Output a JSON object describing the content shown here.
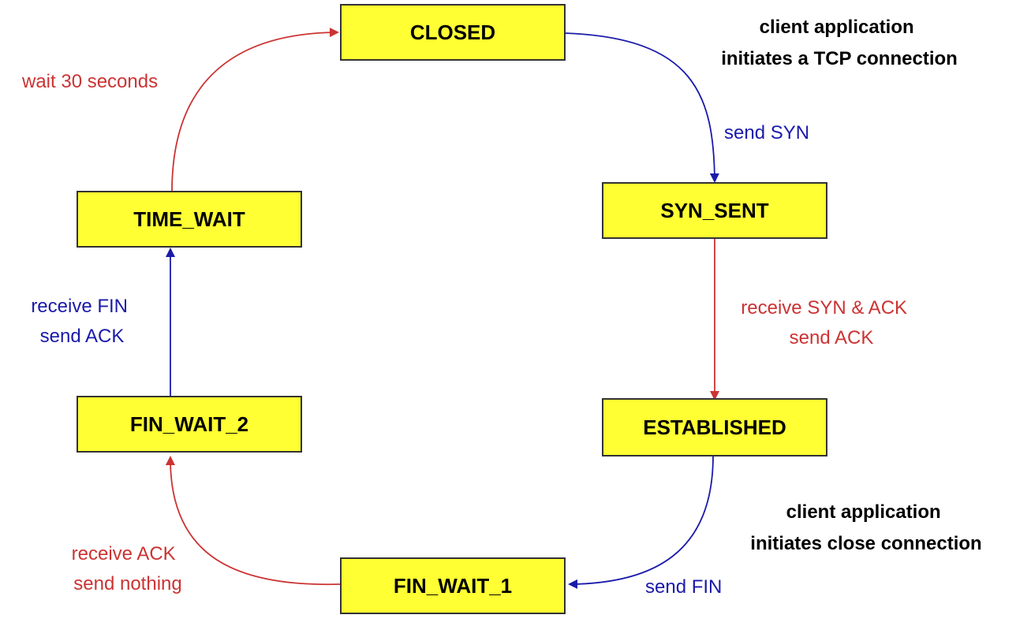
{
  "colors": {
    "state_fill": "#ffff33",
    "state_border": "#333333",
    "red": "#cc3333",
    "blue": "#1a1aaa",
    "text": "#000000"
  },
  "states": {
    "closed": "CLOSED",
    "syn_sent": "SYN_SENT",
    "established": "ESTABLISHED",
    "fin_wait_1": "FIN_WAIT_1",
    "fin_wait_2": "FIN_WAIT_2",
    "time_wait": "TIME_WAIT"
  },
  "transitions": {
    "closed_to_syn_sent": {
      "color": "blue",
      "lines": [
        "send SYN"
      ]
    },
    "syn_sent_to_established": {
      "color": "red",
      "lines": [
        "receive SYN & ACK",
        "send ACK"
      ]
    },
    "established_to_fin_wait_1": {
      "color": "blue",
      "lines": [
        "send FIN"
      ]
    },
    "fin_wait_1_to_fin_wait_2": {
      "color": "red",
      "lines": [
        "receive  ACK",
        "send nothing"
      ]
    },
    "fin_wait_2_to_time_wait": {
      "color": "blue",
      "lines": [
        "receive FIN",
        "send ACK"
      ]
    },
    "time_wait_to_closed": {
      "color": "red",
      "lines": [
        "wait 30 seconds"
      ]
    }
  },
  "notes": {
    "open": [
      "client application",
      "initiates a TCP connection"
    ],
    "close": [
      "client application",
      "initiates close connection"
    ]
  }
}
